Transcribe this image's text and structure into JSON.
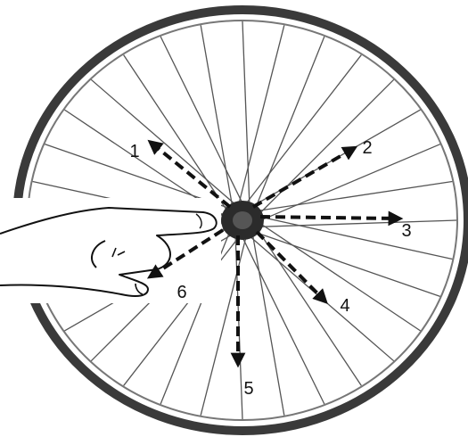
{
  "colors": {
    "ink": "#111111",
    "rim": "#3a3a3a",
    "spoke": "#555555",
    "hub": "#2b2b2b",
    "paper": "#ffffff"
  },
  "icons": {
    "hand": "pointing-hand-icon",
    "arrow": "dashed-arrow-icon"
  },
  "arrows": [
    {
      "label": "1"
    },
    {
      "label": "2"
    },
    {
      "label": "3"
    },
    {
      "label": "4"
    },
    {
      "label": "5"
    },
    {
      "label": "6"
    }
  ]
}
